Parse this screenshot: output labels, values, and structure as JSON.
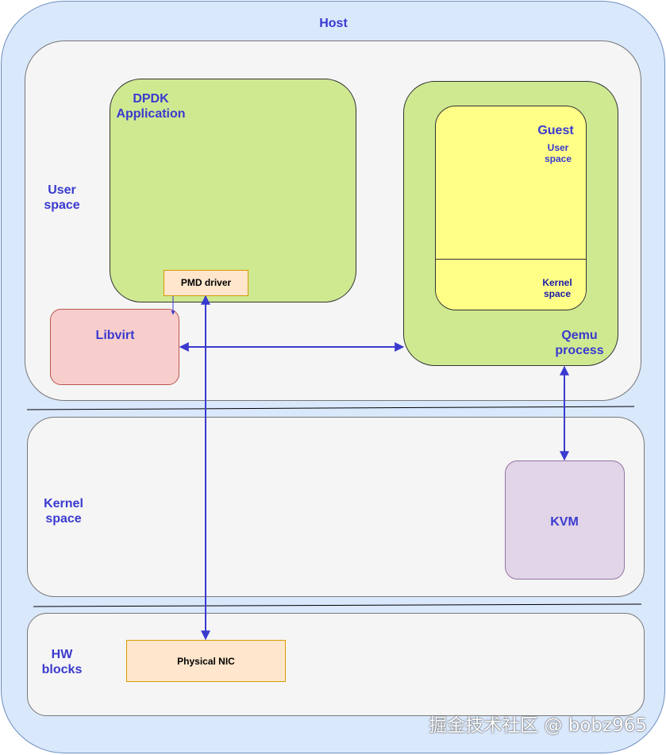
{
  "host": {
    "label": "Host"
  },
  "user_space": {
    "label_line1": "User",
    "label_line2": "space"
  },
  "kernel_space": {
    "label_line1": "Kernel",
    "label_line2": "space"
  },
  "hw_blocks": {
    "label_line1": "HW",
    "label_line2": "blocks"
  },
  "dpdk_app": {
    "label_line1": "DPDK",
    "label_line2": "Application"
  },
  "pmd_driver": {
    "label": "PMD driver"
  },
  "libvirt": {
    "label": "Libvirt"
  },
  "qemu": {
    "label_line1": "Qemu",
    "label_line2": "process"
  },
  "guest": {
    "label": "Guest",
    "user_line1": "User",
    "user_line2": "space",
    "kernel_line1": "Kernel",
    "kernel_line2": "space"
  },
  "kvm": {
    "label": "KVM"
  },
  "physical_nic": {
    "label": "Physical NIC"
  },
  "watermark": {
    "text": "掘金技术社区 @ bobz965"
  },
  "colors": {
    "label_blue": "#3a3acf",
    "arrow_blue": "#3a3acf",
    "host_fill": "#dae8fc",
    "green_fill": "#cfe991",
    "guest_fill": "#ffff88",
    "libvirt_fill": "#f8cecc",
    "kvm_fill": "#e1d5e7",
    "orange_fill": "#ffe6cc"
  }
}
